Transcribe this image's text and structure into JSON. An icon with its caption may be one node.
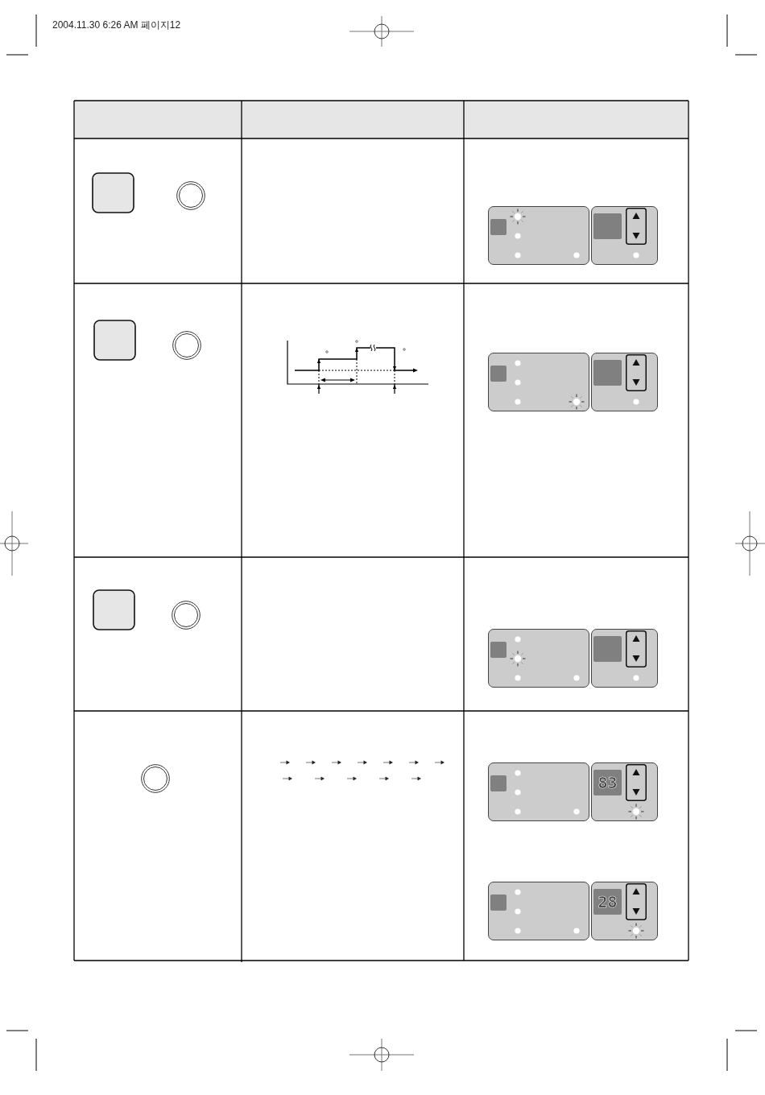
{
  "diagram": {
    "labels": [
      "2004.11.30 6:26 AM 페이지12",
      "83",
      "28"
    ]
  }
}
